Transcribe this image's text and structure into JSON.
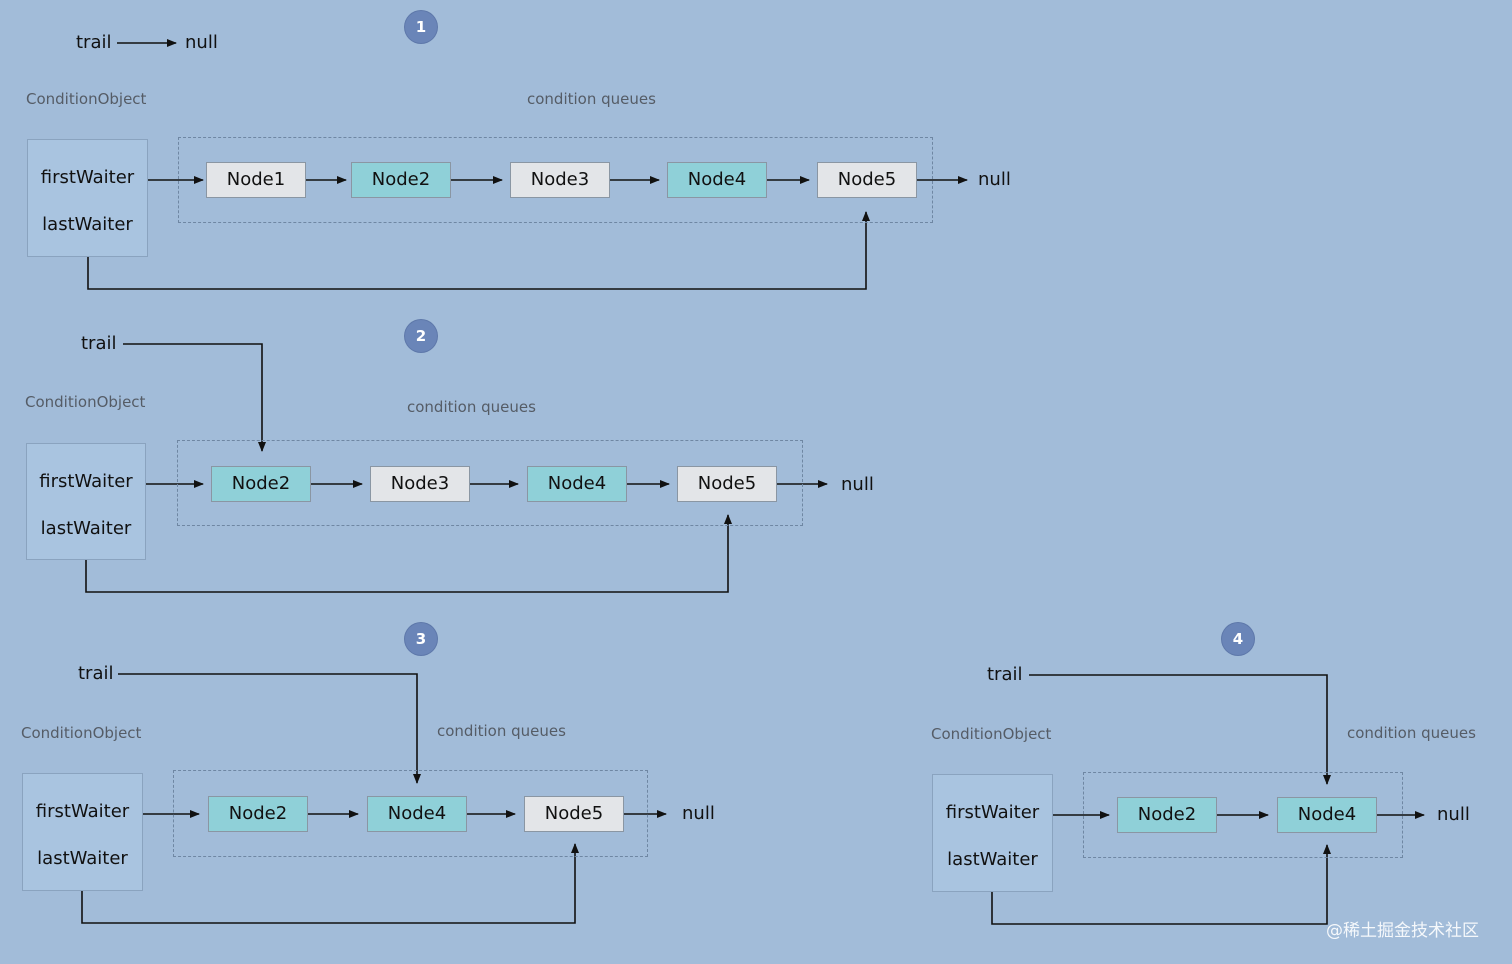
{
  "watermark": "@稀土掘金技术社区",
  "panels": [
    {
      "step": "1",
      "trail_label": "trail",
      "trail_target": "null",
      "co_label": "ConditionObject",
      "first_waiter": "firstWaiter",
      "last_waiter": "lastWaiter",
      "queue_label": "condition queues",
      "nodes": [
        {
          "label": "Node1",
          "color": "grey"
        },
        {
          "label": "Node2",
          "color": "teal"
        },
        {
          "label": "Node3",
          "color": "grey"
        },
        {
          "label": "Node4",
          "color": "teal"
        },
        {
          "label": "Node5",
          "color": "grey"
        }
      ],
      "tail_null": "null"
    },
    {
      "step": "2",
      "trail_label": "trail",
      "co_label": "ConditionObject",
      "first_waiter": "firstWaiter",
      "last_waiter": "lastWaiter",
      "queue_label": "condition queues",
      "nodes": [
        {
          "label": "Node2",
          "color": "teal"
        },
        {
          "label": "Node3",
          "color": "grey"
        },
        {
          "label": "Node4",
          "color": "teal"
        },
        {
          "label": "Node5",
          "color": "grey"
        }
      ],
      "tail_null": "null"
    },
    {
      "step": "3",
      "trail_label": "trail",
      "co_label": "ConditionObject",
      "first_waiter": "firstWaiter",
      "last_waiter": "lastWaiter",
      "queue_label": "condition queues",
      "nodes": [
        {
          "label": "Node2",
          "color": "teal"
        },
        {
          "label": "Node4",
          "color": "teal"
        },
        {
          "label": "Node5",
          "color": "grey"
        }
      ],
      "tail_null": "null"
    },
    {
      "step": "4",
      "trail_label": "trail",
      "co_label": "ConditionObject",
      "first_waiter": "firstWaiter",
      "last_waiter": "lastWaiter",
      "queue_label": "condition queues",
      "nodes": [
        {
          "label": "Node2",
          "color": "teal"
        },
        {
          "label": "Node4",
          "color": "teal"
        }
      ],
      "tail_null": "null"
    }
  ]
}
